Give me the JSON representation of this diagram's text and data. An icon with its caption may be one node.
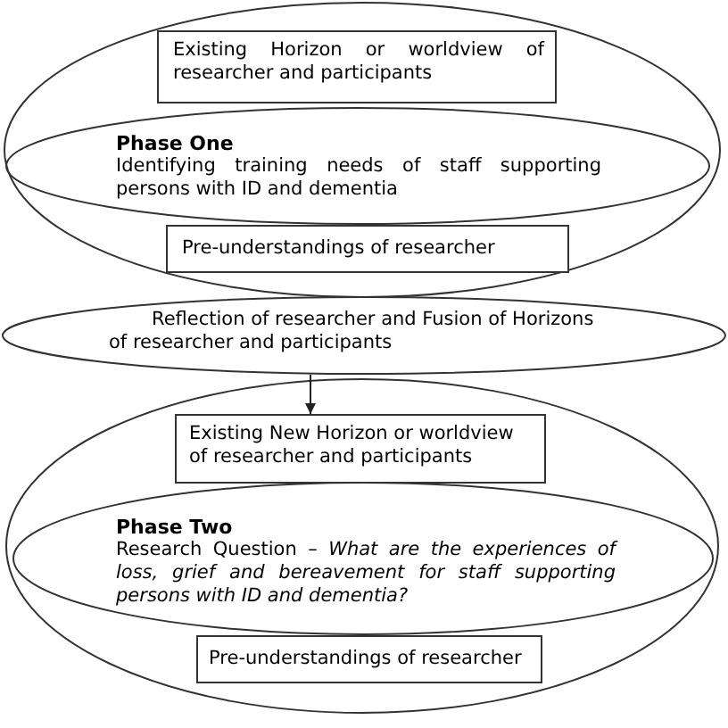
{
  "diagram": {
    "nodes": [
      {
        "text": [],
        "shape": "ellipse"
      },
      {
        "text": [
          "Existing Horizon or worldview of researcher and participants"
        ],
        "in": 0
      },
      {
        "text": [
          "Phase One",
          "Identifying training needs of staff supporting persons with ID and dementia"
        ],
        "in": 0
      },
      {
        "text": [
          "Pre-understandings of researcher"
        ],
        "in": 0
      },
      {
        "text": [
          "Reflection of researcher and Fusion of Horizons of researcher and participants"
        ]
      },
      {
        "text": [],
        "shape": "ellipse"
      },
      {
        "text": [
          "Existing New Horizon or worldview of researcher and participants"
        ],
        "in": 5
      },
      {
        "text": [
          "Phase Two",
          "Research Question – *What are the experiences of loss, grief and bereavement for staff supporting persons with ID and dementia?*"
        ],
        "in": 5
      },
      {
        "text": [
          "Pre-understandings of researcher"
        ],
        "in": 5
      }
    ],
    "edges": [
      {
        "from": 4,
        "to": 6,
        "arrow": "to"
      }
    ]
  }
}
